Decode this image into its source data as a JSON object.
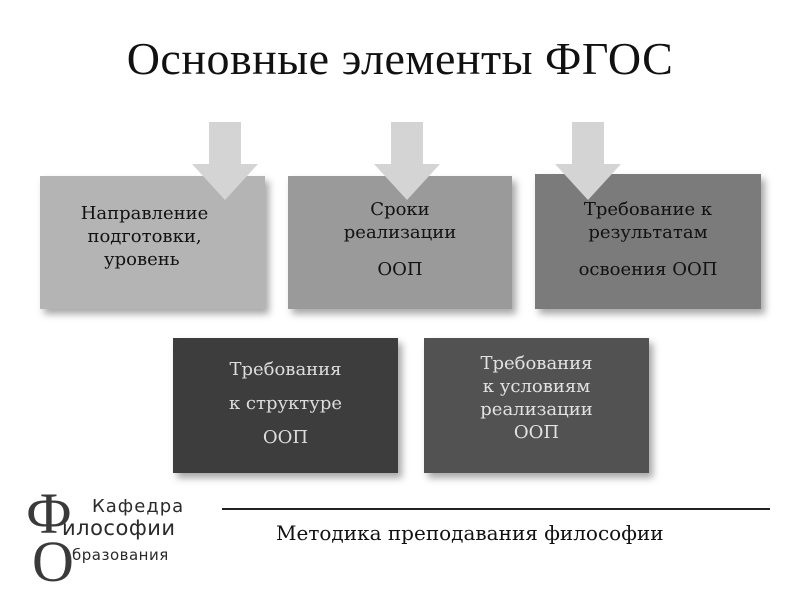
{
  "title": "Основные элементы ФГОС",
  "boxes": [
    {
      "lines": [
        "Направление",
        "подготовки,",
        "уровень"
      ]
    },
    {
      "lines": [
        "Сроки",
        "реализации",
        "ООП"
      ]
    },
    {
      "lines": [
        "Требование к",
        "результатам",
        "освоения ООП"
      ]
    },
    {
      "lines": [
        "Требования",
        "к структуре",
        "ООП"
      ]
    },
    {
      "lines": [
        "Требования",
        "к условиям",
        "реализации",
        "ООП"
      ]
    }
  ],
  "footer": "Методика преподавания философии",
  "logo": {
    "letter_top": "Ф",
    "letter_bottom": "О",
    "word1": "Кафедра",
    "word2": "илософии",
    "word3": "бразования"
  },
  "colors": {
    "box1": "#b4b4b4",
    "box2": "#9a9a9a",
    "box3": "#7b7b7b",
    "box4": "#3d3d3d",
    "box5": "#525252",
    "arrow": "#d4d4d4"
  }
}
